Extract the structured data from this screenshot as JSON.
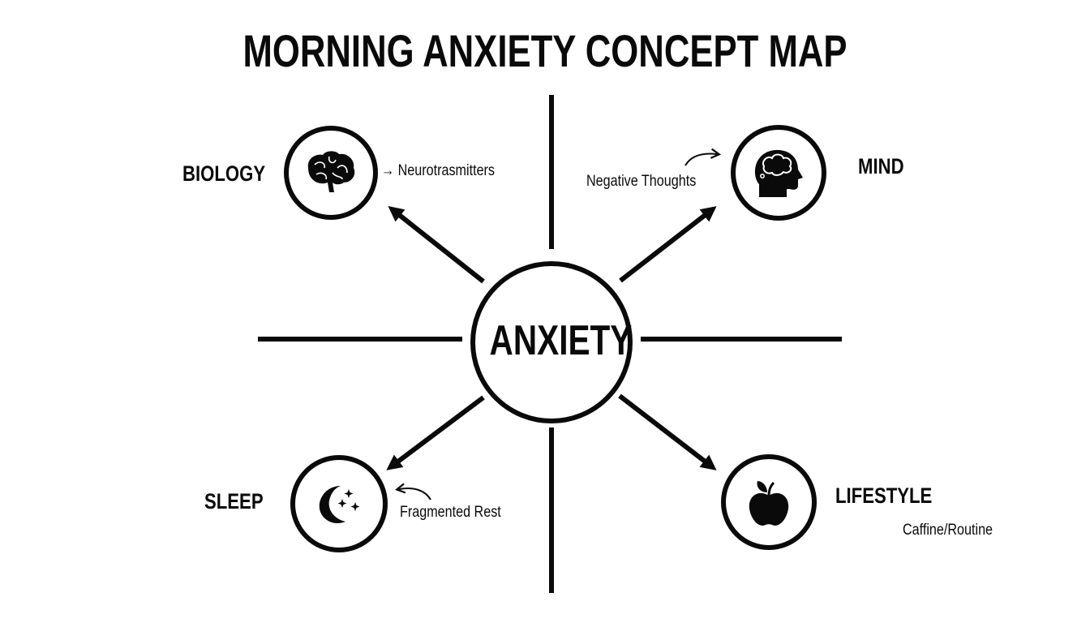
{
  "title": "MORNING ANXIETY CONCEPT MAP",
  "center": {
    "label": "ANXIETY"
  },
  "nodes": [
    {
      "id": "biology",
      "label": "BIOLOGY",
      "icon": "brain-icon",
      "annotation": "Neurotrasmitters",
      "annotation_arrow": "→"
    },
    {
      "id": "mind",
      "label": "MIND",
      "icon": "head-thought-cloud-icon",
      "annotation": "Negative Thoughts"
    },
    {
      "id": "sleep",
      "label": "SLEEP",
      "icon": "moon-stars-icon",
      "annotation": "Fragmented Rest"
    },
    {
      "id": "lifestyle",
      "label": "LIFESTYLE",
      "icon": "apple-icon",
      "annotation": "Caffine/Routine"
    }
  ],
  "colors": {
    "ink": "#0a0a0a",
    "background": "#ffffff"
  }
}
